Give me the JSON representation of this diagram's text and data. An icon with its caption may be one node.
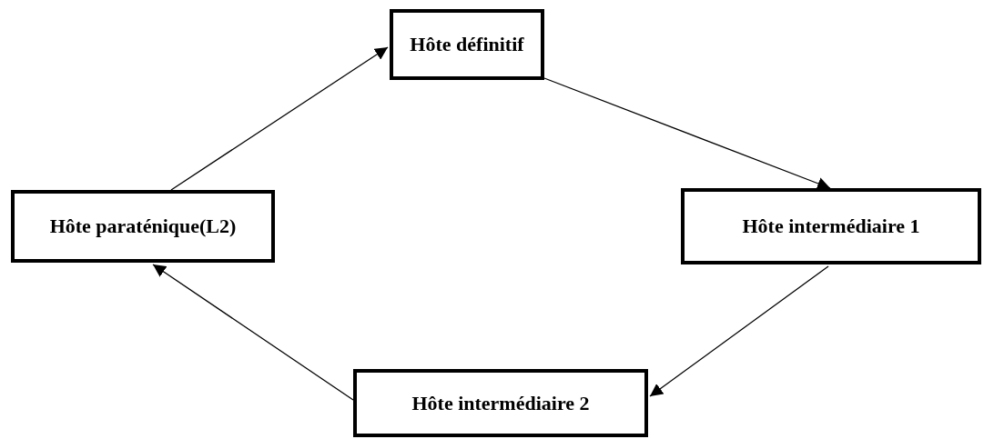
{
  "diagram": {
    "nodes": [
      {
        "text": [
          "Hôte définitif"
        ]
      },
      {
        "text": [
          "Hôte paraténique(L2)"
        ]
      },
      {
        "text": [
          "Hôte intermédiaire 1"
        ]
      },
      {
        "text": [
          "Hôte intermédiaire 2"
        ]
      }
    ],
    "edges": [
      {
        "from": 0,
        "to": 2,
        "arrow": "to"
      },
      {
        "from": 2,
        "to": 3,
        "arrow": "to"
      },
      {
        "from": 3,
        "to": 1,
        "arrow": "to"
      },
      {
        "from": 1,
        "to": 0,
        "arrow": "to"
      }
    ]
  }
}
